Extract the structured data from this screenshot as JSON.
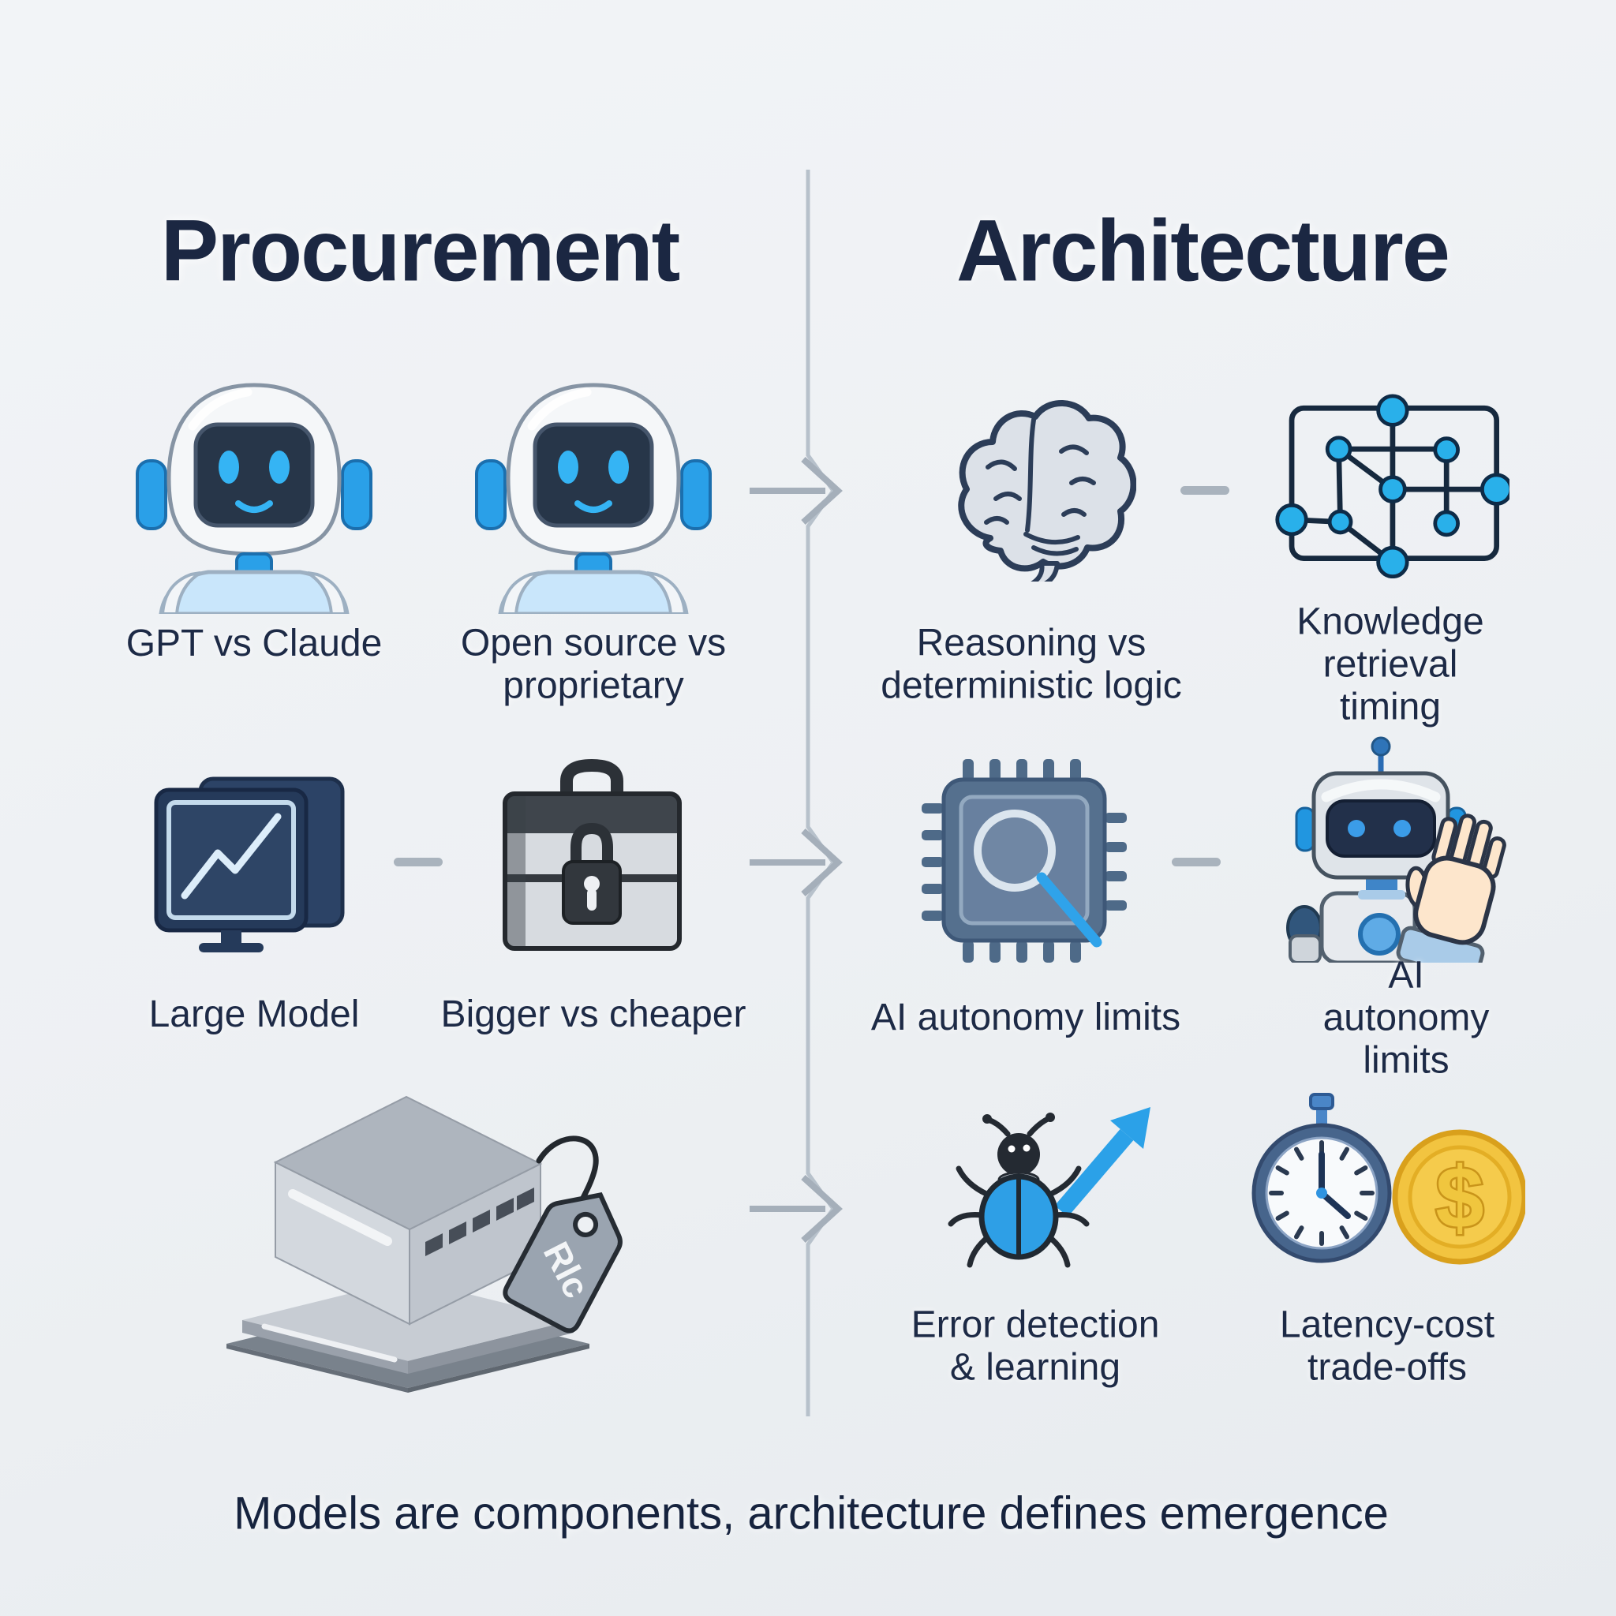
{
  "palette": {
    "background": "#edf0f3",
    "heading_text": "#1b2742",
    "label_text": "#1d2a46",
    "divider_gray": "#b7c1cb",
    "arrow_gray": "#a5afba",
    "accent_blue": "#2aa0e8",
    "dark_navy": "#22304a",
    "gold_coin": "#f2c440"
  },
  "header": {
    "left_title": "Procurement",
    "right_title": "Architecture"
  },
  "left": {
    "row1": [
      {
        "icon": "robot-head-icon",
        "label": "GPT vs Claude"
      },
      {
        "icon": "robot-head-icon",
        "label": "Open source vs\nproprietary"
      }
    ],
    "row2": [
      {
        "icon": "monitor-chart-icon",
        "label": "Large Model"
      },
      {
        "icon": "briefcase-lock-icon",
        "label": "Bigger vs cheaper"
      }
    ],
    "row3": [
      {
        "icon": "server-price-tag-icon",
        "label": "",
        "tag_text": "Rlc"
      }
    ]
  },
  "right": {
    "row1": [
      {
        "icon": "brain-icon",
        "label": "Reasoning vs\ndeterministic logic"
      },
      {
        "icon": "network-graph-icon",
        "label": "Knowledge\nretrieval timing"
      }
    ],
    "row2": [
      {
        "icon": "chip-magnifier-icon",
        "label": "AI autonomy limits"
      },
      {
        "icon": "robot-stop-hand-icon",
        "label": "AI autonomy limits"
      }
    ],
    "row3": [
      {
        "icon": "bug-growth-arrow-icon",
        "label": "Error detection\n& learning"
      },
      {
        "icon": "stopwatch-dollar-coin-icon",
        "label": "Latency-cost\ntrade-offs"
      }
    ]
  },
  "caption": "Models are components, architecture defines emergence",
  "coin_symbol": "$"
}
